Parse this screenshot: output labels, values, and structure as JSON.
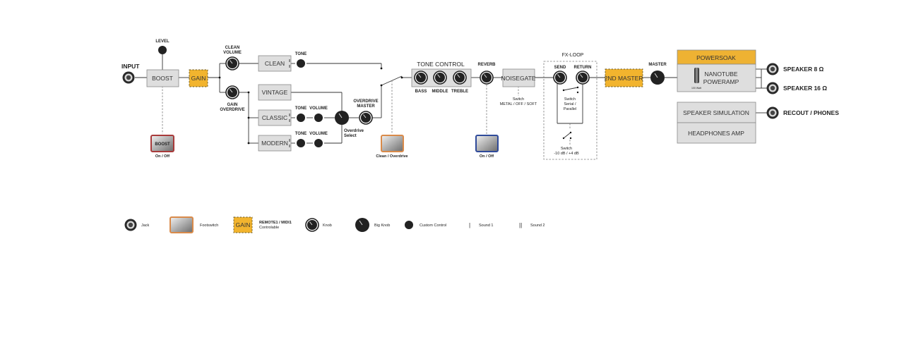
{
  "blocks": {
    "input": "INPUT",
    "level": "LEVEL",
    "boost": "BOOST",
    "gain": "GAIN",
    "clean_volume_1": "CLEAN",
    "clean_volume_2": "VOLUME",
    "gain_overdrive_1": "GAIN",
    "gain_overdrive_2": "OVERDRIVE",
    "clean": "CLEAN",
    "vintage": "VINTAGE",
    "classic": "CLASSIC",
    "modern": "MODERN",
    "tone_clean": "TONE",
    "tone_classic": "TONE",
    "volume_classic": "VOLUME",
    "tone_modern": "TONE",
    "volume_modern": "VOLUME",
    "overdrive_master_1": "OVERDRIVE",
    "overdrive_master_2": "MASTER",
    "overdrive_select_1": "Overdrive",
    "overdrive_select_2": "Select",
    "tone_control": "TONE CONTROL",
    "bass": "BASS",
    "middle": "MIDDLE",
    "treble": "TREBLE",
    "reverb": "REVERB",
    "noisegate": "NOISEGATE",
    "noisegate_switch_1": "Switch",
    "noisegate_switch_2": "METAL / OFF / SOFT",
    "fx_loop": "FX-LOOP",
    "send": "SEND",
    "return": "RETURN",
    "fx_switch_1": "Switch",
    "fx_switch_2": "Serial /",
    "fx_switch_3": "Parallel",
    "fx_level_1": "Switch",
    "fx_level_2": "-10 dB / +4 dB",
    "second_master": "2ND MASTER",
    "master": "MASTER",
    "powersoak": "POWERSOAK",
    "nanotube_1": "NANOTUBE",
    "nanotube_2": "POWERAMP",
    "tube_label": "100 Watt",
    "speaker_sim": "SPEAKER SIMULATION",
    "headphones_amp": "HEADPHONES AMP",
    "speaker_8": "SPEAKER 8 Ω",
    "speaker_16": "SPEAKER 16 Ω",
    "recout": "RECOUT / PHONES",
    "boost_footswitch": "BOOST",
    "boost_onoff": "On / Off",
    "clean_overdrive": "Clean / Overdrive",
    "reverb_onoff": "On / Off"
  },
  "legend": {
    "jack": "Jack",
    "footswitch": "Footswitch",
    "gain_box": "GAIN",
    "remote_1": "REMOTE1 / MIDI1",
    "remote_2": "Controlable",
    "knob": "Knob",
    "big_knob": "Big Knob",
    "custom_control": "Custom Control",
    "sound1_mark": "|",
    "sound1": "Sound 1",
    "sound2_mark": "||",
    "sound2": "Sound 2"
  },
  "colors": {
    "accent_gold": "#f2b42e",
    "footswitch_red": "#a83a3a",
    "footswitch_orange": "#d98a4a",
    "footswitch_blue": "#2f4a9a"
  }
}
